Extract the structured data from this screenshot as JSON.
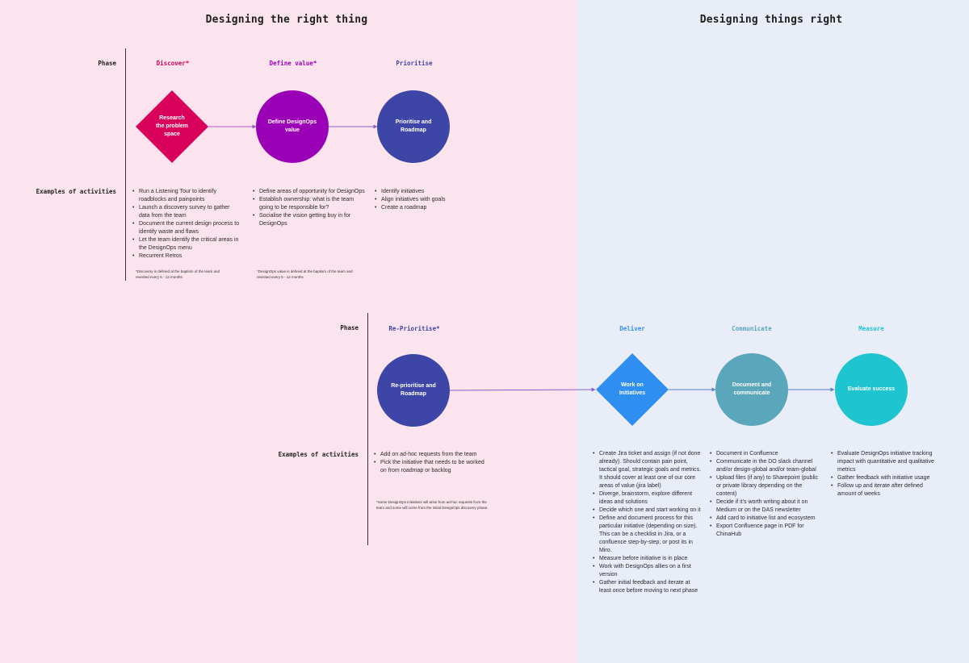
{
  "titles": {
    "left": "Designing the right thing",
    "right": "Designing things right"
  },
  "colors": {
    "bg_left": "#fce4ee",
    "bg_right": "#e9edf8",
    "discover": "#d8005a",
    "define_value": "#9a00b5",
    "prioritise": "#3d45a6",
    "deliver": "#2f8ff0",
    "communicate": "#5aa6ba",
    "measure": "#1ec4cf"
  },
  "section1": {
    "phase_label": "Phase",
    "activities_label": "Examples of activities",
    "phases": [
      {
        "name": "Discover*",
        "shape_label": "Research\nthe problem\nspace",
        "activities": [
          "Run a Listening Tour to identify roadblocks and painpoints",
          "Launch a discovery survey to gather data from the team",
          "Document the current design process to identify waste and flaws",
          "Let the team identify the critical areas in the DesignOps menu",
          "Recurrent Retros"
        ],
        "footnote": "*Discovery is defined at the baptism of the team and revisited every 6 - 12 months"
      },
      {
        "name": "Define value*",
        "shape_label": "Define DesignOps\nvalue",
        "activities": [
          "Define areas of opportunity for DesignOps",
          "Establish ownership: what is the team going to be responsible for?",
          "Socialise the vision getting buy in for DesignOps"
        ],
        "footnote": "*DesignOps value is defined at the baptism of the team and revisited every 6 - 12 months"
      },
      {
        "name": "Prioritise",
        "shape_label": "Prioritise and\nRoadmap",
        "activities": [
          "Identify initiatives",
          "Align initiatives with goals",
          "Create a roadmap"
        ]
      }
    ]
  },
  "section2": {
    "phase_label": "Phase",
    "activities_label": "Examples of activities",
    "phases": [
      {
        "name": "Re-Prioritise*",
        "shape_label": "Re-prioritise and\nRoadmap",
        "activities": [
          "Add on ad-hoc requests from the team",
          "Pick the initiative that needs to be worked on from roadmap or backlog"
        ],
        "footnote": "*Some DesignOps initiatives will arise from ad-hoc requests from the team and some will come from the initial DesignOps discovery phase."
      },
      {
        "name": "Deliver",
        "shape_label": "Work on\nInitiatives",
        "activities": [
          "Create Jira ticket and assign (if not done already). Should contain pain point, tactical goal, strategic goals and metrics. It should cover at least one of our core areas of value (jira label)",
          "Diverge, brainstorm, explore different ideas and solutions",
          "Decide which one and start working on it",
          "Define and document process for this particular initiative (depending on size). This can be a checklist in Jira, or a confluence step-by-step, or post its in Miro.",
          "Measure before initiative is in place",
          "Work with DesignOps allies on a first version",
          "Gather initial feedback and iterate at least once before moving to next phase"
        ]
      },
      {
        "name": "Communicate",
        "shape_label": "Document and\ncommunicate",
        "activities": [
          "Document in Confluence",
          "Communicate in the DO slack channel and/or design-global and/or team-global",
          "Upload files (if any) to Sharepoint (public or private library depending on the content)",
          "Decide if it's worth writing about it on Medium or on the DAS newsletter",
          "Add card to initiative list and ecosystem",
          "Export Confluence page in PDF for ChinaHub"
        ]
      },
      {
        "name": "Measure",
        "shape_label": "Evaluate success",
        "activities": [
          "Evaluate DesignOps initiative tracking impact with quantitative and qualitative metrics",
          "Gather feedback with initiative usage",
          "Follow up and iterate after defined amount of weeks"
        ]
      }
    ]
  }
}
